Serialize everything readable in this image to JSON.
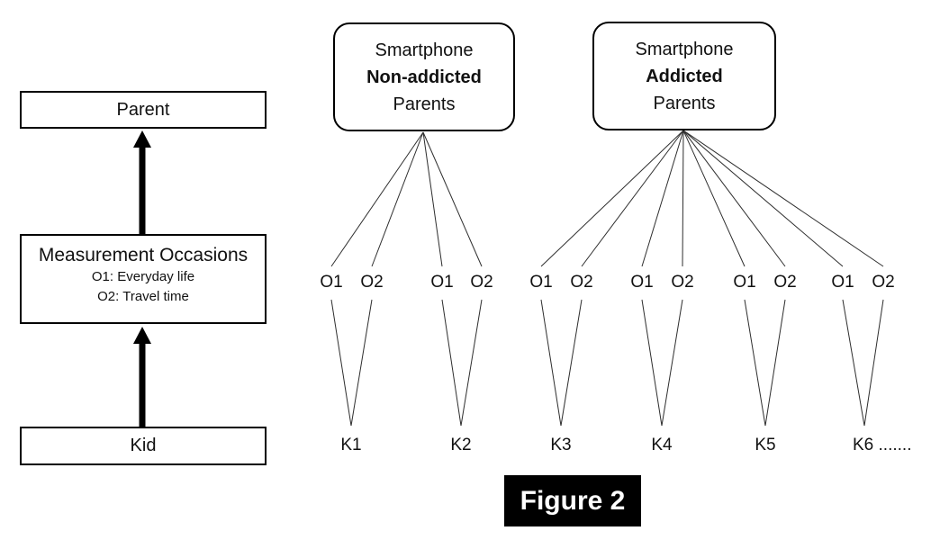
{
  "caption": "Figure 2",
  "colors": {
    "ink": "#111111",
    "connector_line": "#2e2e2e",
    "box_border": "#000000",
    "caption_bg": "#000000",
    "caption_fg": "#ffffff",
    "background": "#ffffff"
  },
  "left_column": {
    "parent_label": "Parent",
    "measurement_title": "Measurement Occasions",
    "occasion_definitions": [
      "O1: Everyday life",
      "O2: Travel time"
    ],
    "kid_label": "Kid"
  },
  "groups": [
    {
      "title_lines": [
        "Smartphone",
        "Non-addicted",
        "Parents"
      ],
      "bold_line_index": 1,
      "kids": [
        "K1",
        "K2"
      ]
    },
    {
      "title_lines": [
        "Smartphone",
        "Addicted",
        "Parents"
      ],
      "bold_line_index": 1,
      "kids": [
        "K3",
        "K4",
        "K5",
        "K6"
      ]
    }
  ],
  "occasion_labels": [
    "O1",
    "O2"
  ],
  "kid_labels": [
    "K1",
    "K2",
    "K3",
    "K4",
    "K5",
    "K6 ......."
  ]
}
